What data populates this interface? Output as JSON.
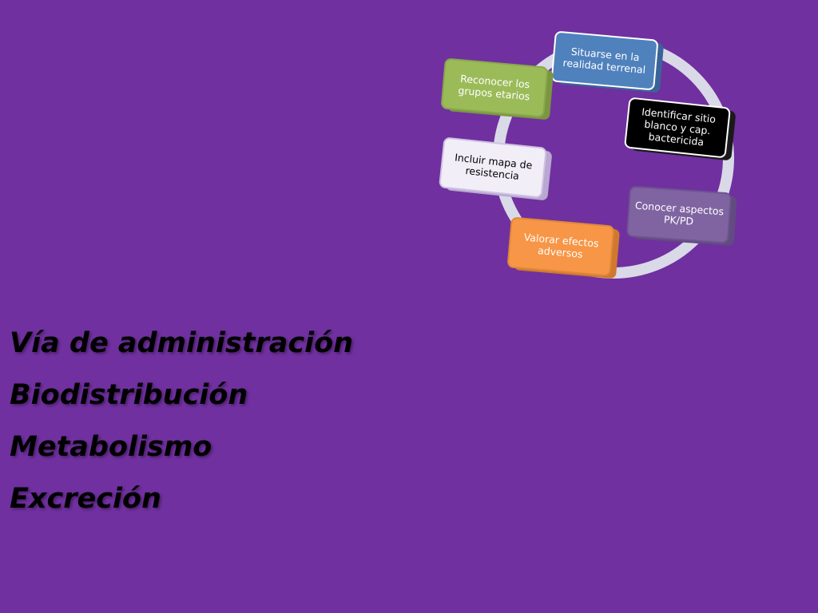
{
  "colors": {
    "background": "#7030A0",
    "ring": "#D9D9E8",
    "ring_edge": "#B8B8CC"
  },
  "cycle": {
    "nodes": [
      {
        "lines": [
          "Situarse en la",
          "realidad terrenal"
        ],
        "fill": "#4F81BD",
        "side": "#3A6499",
        "text_color": "#FFFFFF",
        "border": "#FFFFFF"
      },
      {
        "lines": [
          "Identificar  sitio",
          "blanco y cap.",
          "bactericida"
        ],
        "fill": "#000000",
        "side": "#1A1A1A",
        "text_color": "#FFFFFF",
        "border": "#FFFFFF"
      },
      {
        "lines": [
          "Conocer aspectos",
          "PK/PD"
        ],
        "fill": "#8064A2",
        "side": "#624B80",
        "text_color": "#FFFFFF",
        "border": "#6E5590"
      },
      {
        "lines": [
          "Valorar efectos",
          "adversos"
        ],
        "fill": "#F79646",
        "side": "#D0782E",
        "text_color": "#FFFFFF",
        "border": "#E08838"
      },
      {
        "lines": [
          "Incluir mapa de",
          "resistencia"
        ],
        "fill": "#F2EEF8",
        "side": "#B9A8D2",
        "text_color": "#000000",
        "border": "#CFC2E2"
      },
      {
        "lines": [
          "Reconocer los",
          "grupos etarios"
        ],
        "fill": "#9BBB59",
        "side": "#7A9640",
        "text_color": "#FFFFFF",
        "border": "#89A84C"
      }
    ]
  },
  "bullets": [
    "Vía de administración",
    "Biodistribución",
    "Metabolismo",
    "Excreción"
  ]
}
